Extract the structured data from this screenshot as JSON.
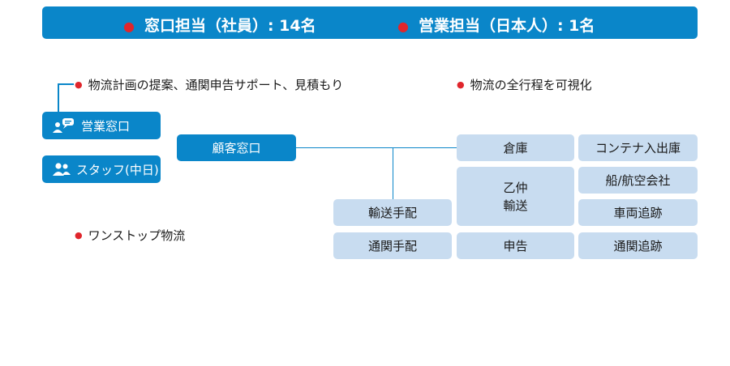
{
  "banner": {
    "left": "窓口担当（社員）: 14名",
    "right": "営業担当（日本人）: 1名"
  },
  "bullets": {
    "proposal": "物流計画の提案、通関申告サポート、見積もり",
    "visibility": "物流の全行程を可視化",
    "onestop": "ワンストップ物流"
  },
  "people": {
    "sales": "営業窓口",
    "staff": "スタッフ(中日)"
  },
  "customer_window": "顧客窓口",
  "boxes": {
    "warehouse": "倉庫",
    "container": "コンテナ入出庫",
    "otsuchu_1": "乙仲",
    "otsuchu_2": "輸送",
    "shipping": "船/航空会社",
    "transport_arrange": "輸送手配",
    "vehicle_tracking": "車両追跡",
    "customs_arrange": "通関手配",
    "declaration": "申告",
    "customs_tracking": "通関追跡"
  },
  "colors": {
    "primary_blue": "#0a86c9",
    "light_blue": "#c8dcf0",
    "bullet_red": "#e0262c"
  }
}
